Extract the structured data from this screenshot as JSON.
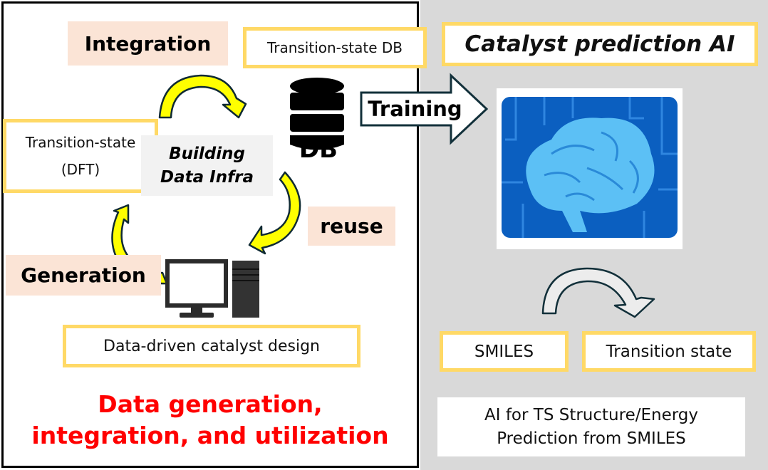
{
  "left_panel": {
    "integration_label": "Integration",
    "ts_db_label": "Transition-state DB",
    "ts_dft_line1": "Transition-state",
    "ts_dft_line2": "(DFT)",
    "building_line1": "Building",
    "building_line2": "Data Infra",
    "db_icon_text": "DB",
    "reuse_label": "reuse",
    "generation_label": "Generation",
    "design_label": "Data-driven catalyst design",
    "summary_line1": "Data generation,",
    "summary_line2": "integration, and utilization"
  },
  "training_label": "Training",
  "right_panel": {
    "title": "Catalyst prediction AI",
    "smiles_label": "SMILES",
    "ts_label": "Transition state",
    "desc_line1": "AI for TS Structure/Energy",
    "desc_line2": "Prediction from SMILES"
  },
  "colors": {
    "highlight_red": "#ff0000",
    "box_border": "#ffd966",
    "pink": "#fbe4d6",
    "arrow_yellow": "#ffff00",
    "panel_gray": "#d9d9d9"
  }
}
